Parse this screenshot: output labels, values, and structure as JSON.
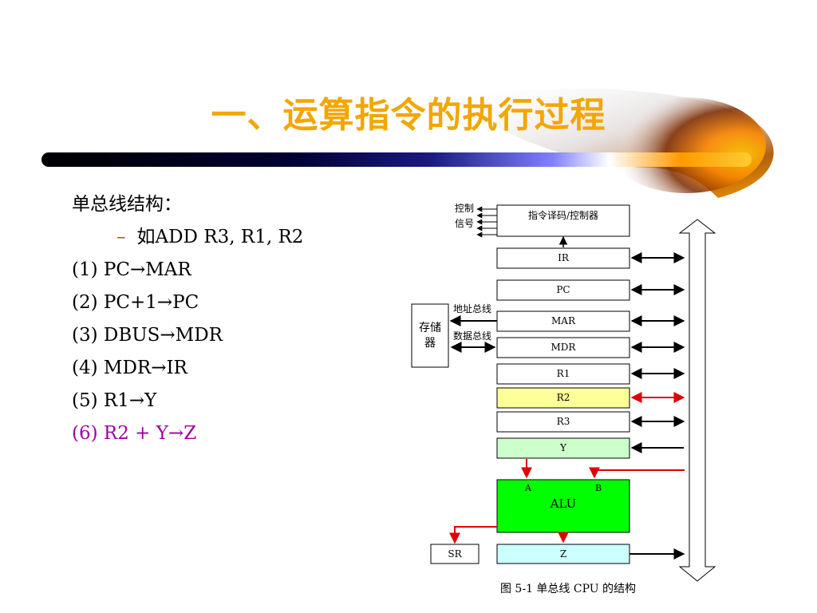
{
  "title": "一、运算指令的执行过程",
  "content": {
    "heading": "单总线结构：",
    "example": "如ADD R3, R1, R2",
    "steps": [
      "(1) PC→MAR",
      "(2) PC+1→PC",
      "(3) DBUS→MDR",
      "(4) MDR→IR",
      "(5) R1→Y",
      "(6) R2 + Y→Z"
    ],
    "highlight_step_color": "#a000a0"
  },
  "diagram": {
    "control_label": "控制信号",
    "control_label_lines": [
      "控制",
      "信号"
    ],
    "decoder": "指令译码/控制器",
    "registers": [
      "IR",
      "PC",
      "MAR",
      "MDR",
      "R1",
      "R2",
      "R3",
      "Y"
    ],
    "memory": "存储器",
    "memory_lines": [
      "存储",
      "器"
    ],
    "address_bus": "地址总线",
    "data_bus": "数据总线",
    "alu": "ALU",
    "alu_input_a": "A",
    "alu_input_b": "B",
    "status_register": "SR",
    "result_register": "Z",
    "caption": "图 5-1   单总线 CPU 的结构",
    "colors": {
      "r2_fill": "#ffff99",
      "y_fill": "#ccffcc",
      "alu_fill": "#00ff00",
      "z_fill": "#ccffff",
      "active_arrow": "#e00000",
      "title": "#f2a600"
    }
  }
}
